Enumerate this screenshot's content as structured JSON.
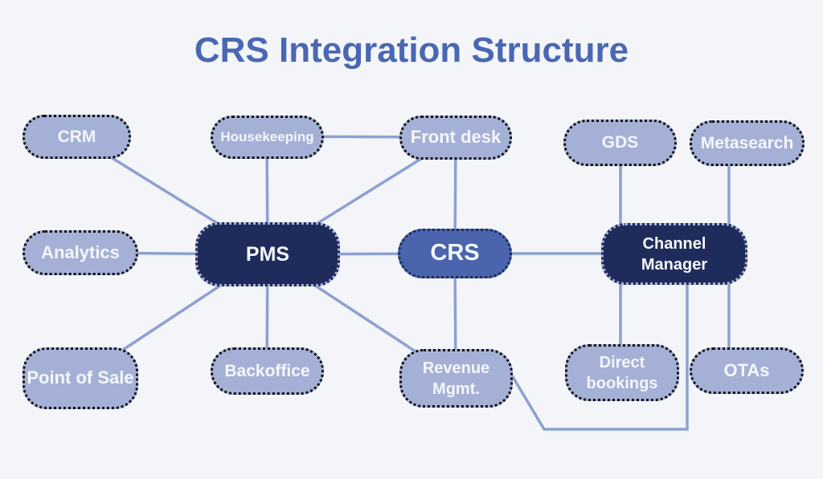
{
  "title": "CRS Integration Structure",
  "colors": {
    "background": "#f3f5f9",
    "title_text": "#4a67b2",
    "node_light_fill": "#a4b0d6",
    "node_light_border": "#0d0d0d",
    "node_dark_fill": "#1f2c5b",
    "node_dark_border": "#a9b5d9",
    "node_accent_fill": "#4a64ae",
    "node_accent_border": "#1e2b58",
    "node_text": "#f5f7fc",
    "connector": "#8da0d0"
  },
  "nodes": {
    "crm": {
      "label": "CRM"
    },
    "housekeeping": {
      "label": "Housekeeping"
    },
    "front_desk": {
      "label": "Front desk"
    },
    "gds": {
      "label": "GDS"
    },
    "metasearch": {
      "label": "Metasearch"
    },
    "analytics": {
      "label": "Analytics"
    },
    "pms": {
      "label": "PMS"
    },
    "crs": {
      "label": "CRS"
    },
    "channel_manager": {
      "line1": "Channel",
      "line2": "Manager"
    },
    "point_of_sale": {
      "label": "Point of Sale"
    },
    "backoffice": {
      "label": "Backoffice"
    },
    "revenue_mgmt": {
      "line1": "Revenue",
      "line2": "Mgmt."
    },
    "direct_bookings": {
      "line1": "Direct",
      "line2": "bookings"
    },
    "otas": {
      "label": "OTAs"
    }
  },
  "edges": [
    {
      "from": "CRM",
      "to": "PMS"
    },
    {
      "from": "Housekeeping",
      "to": "PMS"
    },
    {
      "from": "Housekeeping",
      "to": "Front desk"
    },
    {
      "from": "Front desk",
      "to": "PMS"
    },
    {
      "from": "Front desk",
      "to": "CRS"
    },
    {
      "from": "Analytics",
      "to": "PMS"
    },
    {
      "from": "PMS",
      "to": "CRS"
    },
    {
      "from": "PMS",
      "to": "Point of Sale"
    },
    {
      "from": "PMS",
      "to": "Backoffice"
    },
    {
      "from": "PMS",
      "to": "Revenue Mgmt."
    },
    {
      "from": "CRS",
      "to": "Revenue Mgmt."
    },
    {
      "from": "CRS",
      "to": "Channel Manager"
    },
    {
      "from": "GDS",
      "to": "Channel Manager"
    },
    {
      "from": "Metasearch",
      "to": "Channel Manager"
    },
    {
      "from": "Channel Manager",
      "to": "Direct bookings"
    },
    {
      "from": "Channel Manager",
      "to": "OTAs"
    },
    {
      "from": "Channel Manager",
      "to": "Revenue Mgmt."
    }
  ]
}
